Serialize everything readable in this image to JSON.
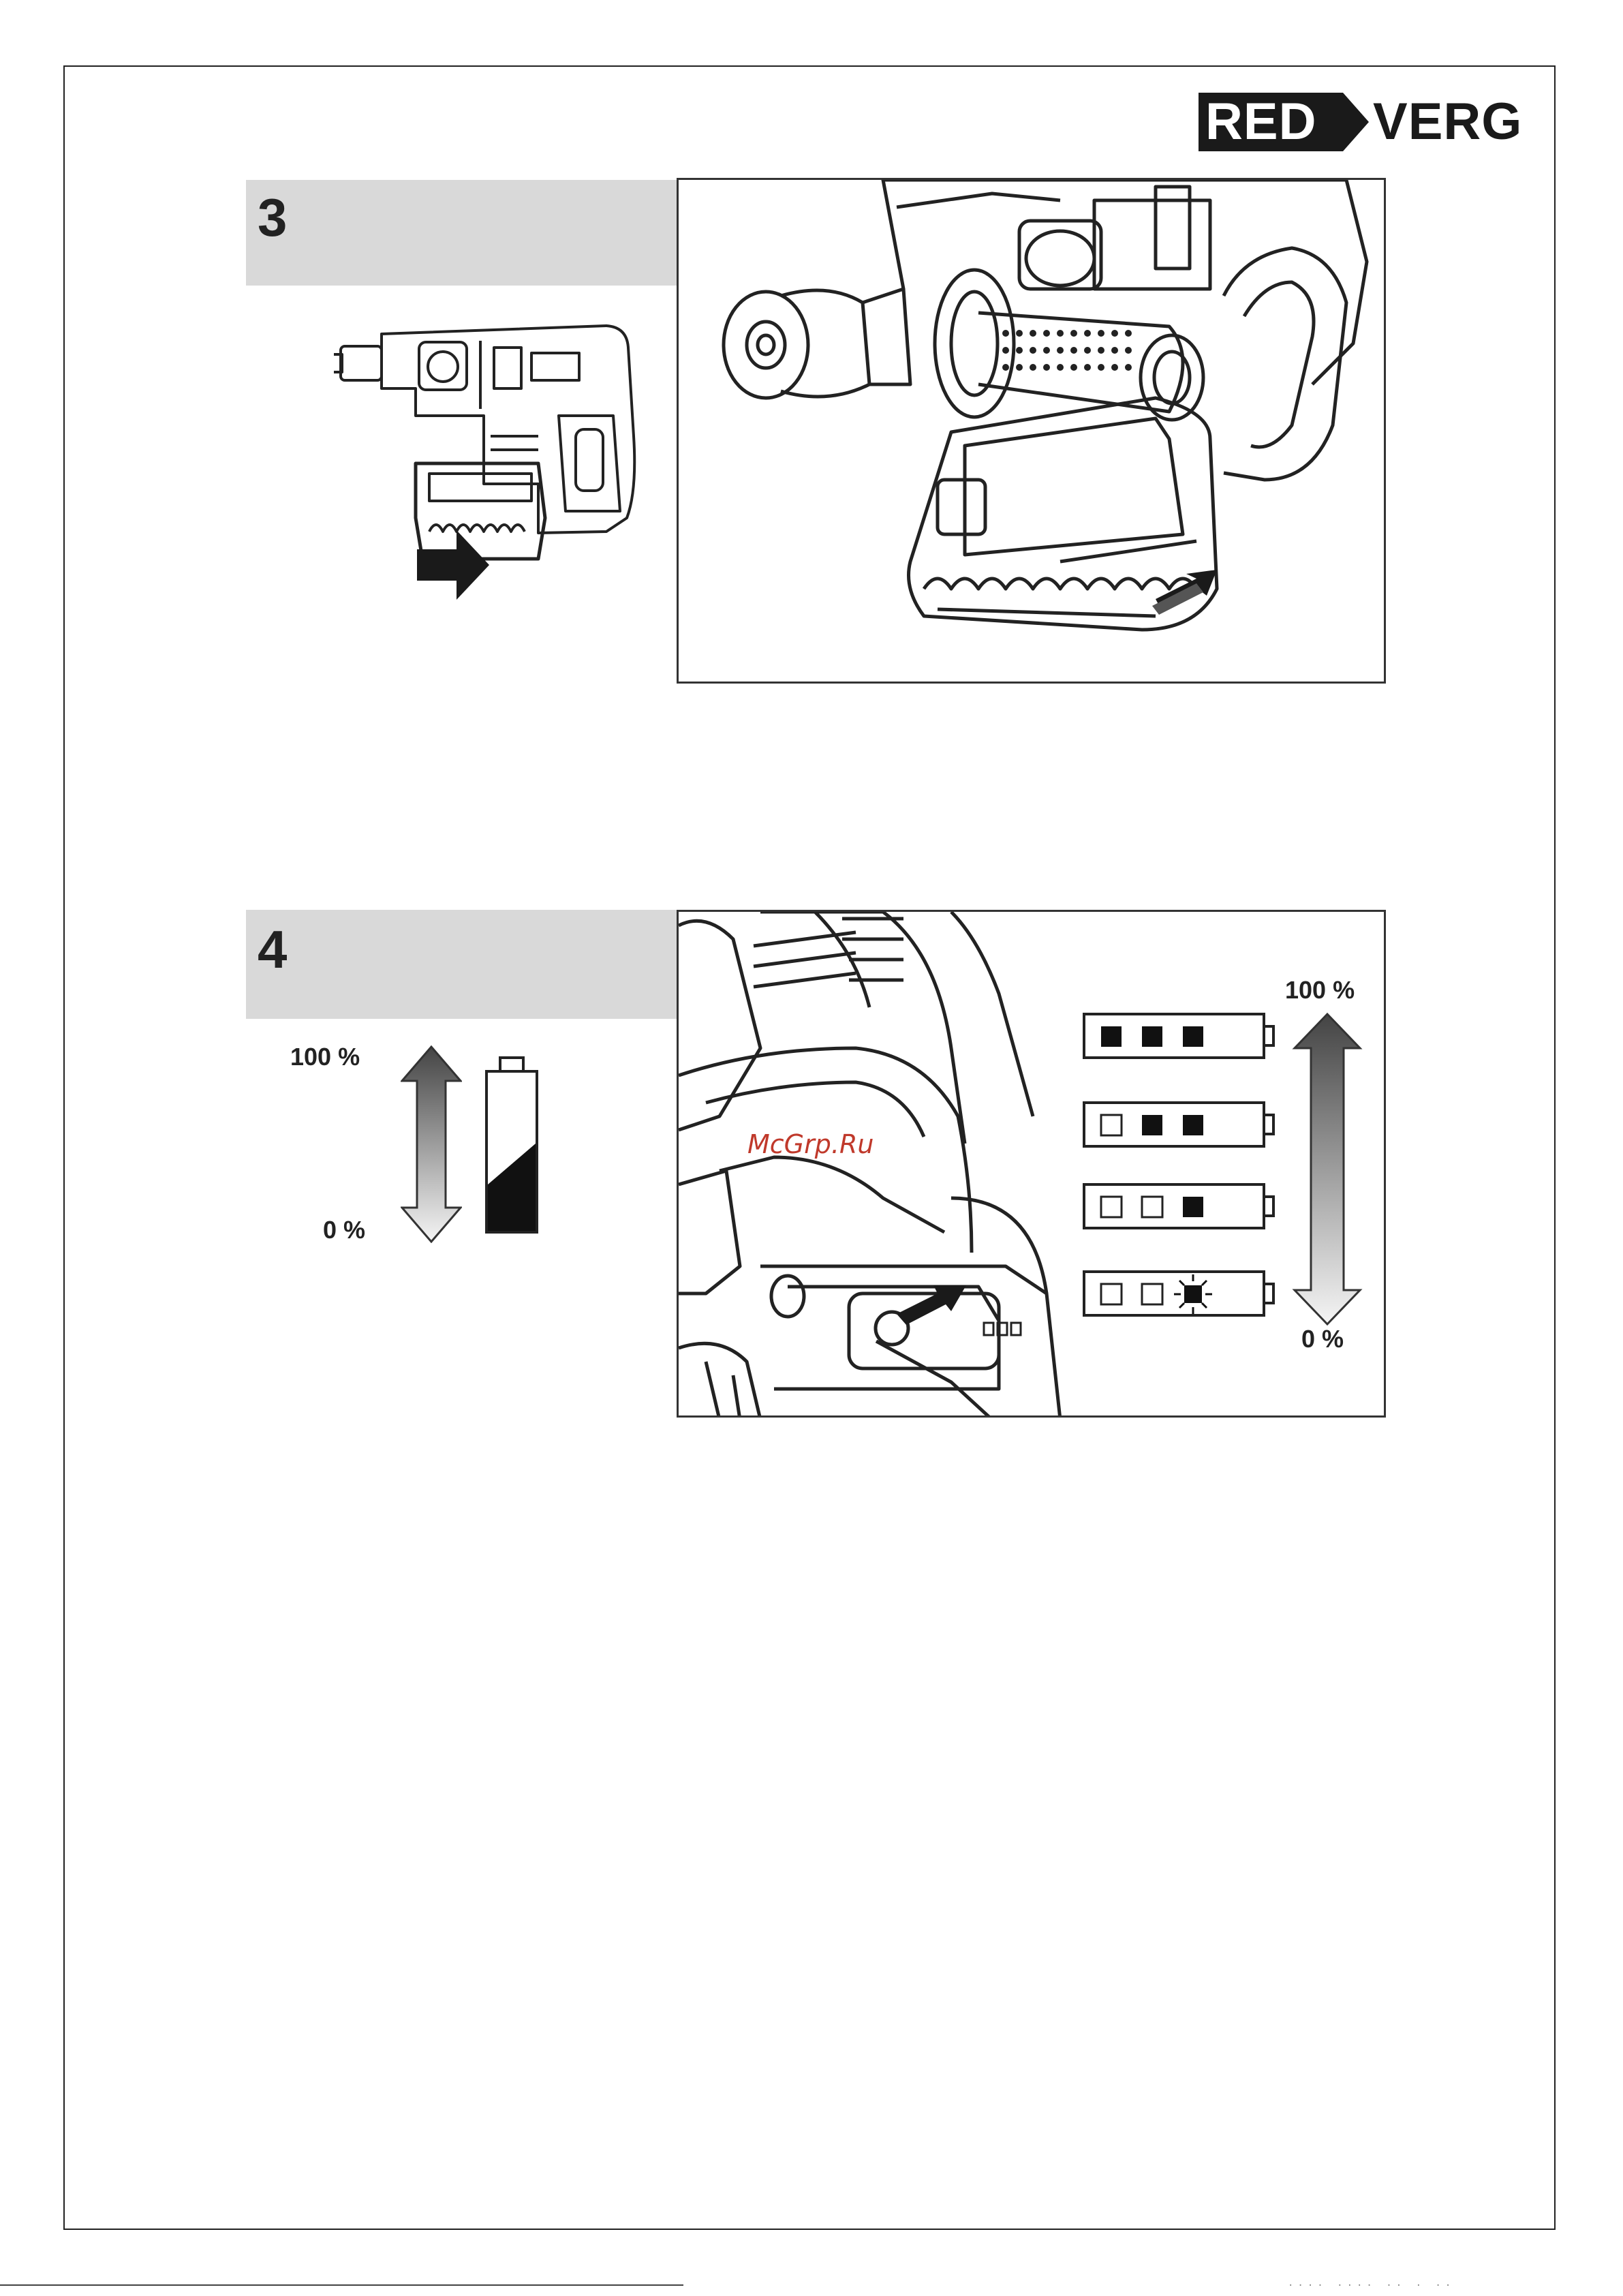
{
  "logo": {
    "part1": "RED",
    "part2": "VERG"
  },
  "steps": [
    {
      "number": "3"
    },
    {
      "number": "4"
    }
  ],
  "battery_legend": {
    "full": "100 %",
    "empty": "0 %"
  },
  "indicator_legend": {
    "full": "100 %",
    "empty": "0 %"
  },
  "indicator_levels": [
    [
      "filled",
      "filled",
      "filled"
    ],
    [
      "empty",
      "filled",
      "filled"
    ],
    [
      "empty",
      "empty",
      "filled"
    ],
    [
      "empty",
      "empty",
      "blinking"
    ]
  ],
  "watermark": "McGrp.Ru",
  "footer_marks": "···· ···· ·· · ··"
}
